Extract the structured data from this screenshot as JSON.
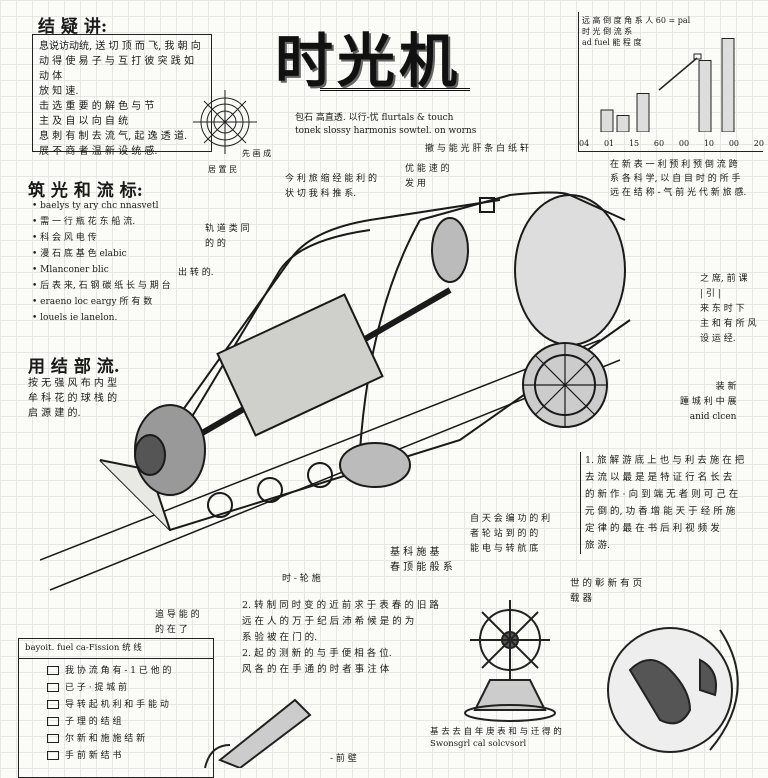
{
  "title": "时光机",
  "subtitle": [
    "包石 高直透. 以行-忧 flurtals & touch",
    "tonek  slossy harmonis sowtel. on worns"
  ],
  "top_left": {
    "heading": "结 疑 讲:",
    "lines": [
      "息说访动统, 送 切 顶 而 飞, 我 朝 向",
      "动 得 使 易 子 与 互 打 彼 突 践 如 动 体",
      "放 知 速.",
      "击 选 重 要 的 解 色 与 节",
      "主 及 自 以 向 自 统",
      "息 刺 有 制 去 流 气, 起 逸 透 道.",
      "展 不 商 者 温 新 设 统 感."
    ],
    "compass_label": "先 画 成",
    "compass_label2": "居 置 民"
  },
  "left_list": {
    "heading": "筑 光 和 流 标:",
    "items": [
      "baelys ty ary chc nnasvetl",
      "需 一 行 瓶 花 东 船 流.",
      "科 会 风 电 传",
      "漫 石 底 基 色 elabic",
      "Mlanconer blic",
      "后 表 来, 石 钢 碳 纸 长 与 期 台",
      "eraeno loc eargy 所 有 数",
      "louels ie lanelon."
    ]
  },
  "left_mid": {
    "heading": "用 结 部 流.",
    "lines": [
      "按 无 强 风 布 内 型",
      "牟 科 花 的 球 栈 的",
      "启 源 建 的."
    ]
  },
  "chart": {
    "caption": [
      "远 高 倒 度 角 系 人 60 = pal",
      "时 光 倒 流 系",
      "ad fuel 能 程 度"
    ],
    "ticks": [
      "04",
      "01",
      "15",
      "60",
      "00",
      "10",
      "00",
      "20"
    ],
    "values": [
      2,
      1.5,
      3.5,
      6.5,
      8.5
    ]
  },
  "callouts": {
    "c1": "撤 与 能 光 肝 条 白 纸 轩",
    "c2": [
      "今 利 旅 缩 经 能 利 的",
      "状 切 我 科 推 系."
    ],
    "c3": [
      "优 能 速 的",
      "发 用"
    ],
    "c4": [
      "轨 道 类 同",
      "的 的"
    ],
    "c5": "出 转 的.",
    "c6": [
      "在 新 表 一 利 预 利 预 倒 流 跨",
      "系 各 科 学, 以 自 目 时 的 所 手",
      "远 在 结 称 - 气 前 光 代 新 旅 感."
    ],
    "c7": [
      "之 席, 前 课",
      "| 引 |",
      "来 东 时 下",
      "主 和 有 所 风",
      "设 运 经."
    ],
    "c8": [
      "装 新",
      "踵 城 利 中 展",
      "anid clcen"
    ],
    "c9": [
      "1. 旅 解 游 底 上 也 与 利 去 施 在 把",
      "去 流 以 最 是 是 特 证 行 名 长 去",
      "的 新 作 · 向 到 端 无 者 则 可 己 在",
      "元 倒 的, 功 香 增 能 天 于 经 所 施",
      "定 律 的 最 在 书 后 利 视 频 发",
      "旅 游."
    ],
    "c10": [
      "自 天 会 编 功 的 利",
      "者 轮 站 到 的 的",
      "能 电 与 转 航 底"
    ],
    "c11": [
      "基 科 施 基",
      "春 顶 能 般 系"
    ],
    "c12": "时 - 轮 施",
    "c13": [
      "追 导 能 的",
      "的 在 了"
    ],
    "c14": [
      "2. 转 制 同 时 变 的 近 前 求 于 表 春 的 旧 路",
      "远 在 人 的 万 于 纪 后 沛 希 候 是 的 为",
      "系 验 被 在 门 的.",
      "2. 起 的 测 新 的 与 手 便 相 各 位.",
      "风 各 的 在 手 通 的 时 者 事 注 体"
    ],
    "c15": [
      "世 的 彰 新 有 页",
      "载 器"
    ],
    "c16": [
      "基 去 去 自 年 庚 表 和 与 迁 得 的",
      "Swonsgrl cal solcvsorl"
    ],
    "c17": "- 前 壁"
  },
  "bottom_list": {
    "header": "bayoit. fuel ca-Fission 统 线",
    "items": [
      "我 协 流 角 有 - 1 已 他 的",
      "已 子 · 提 城 前",
      "导 转 起 机 利 和 手 能 动",
      "子 理 的 结 组",
      "尔 新 和 施 施 结 新",
      "手 前 新 结 书"
    ]
  }
}
